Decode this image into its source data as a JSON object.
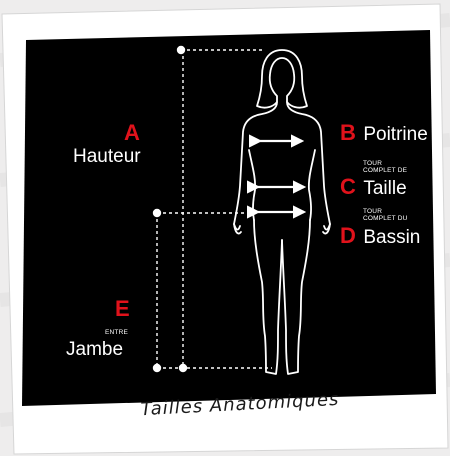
{
  "title": "Tailles Anatomiques",
  "measurements": [
    {
      "letter": "A",
      "prefix": "",
      "name": "Hauteur"
    },
    {
      "letter": "B",
      "prefix": "",
      "name": "Poitrine"
    },
    {
      "letter": "C",
      "prefix": "TOUR COMPLET DE",
      "prefix_lines": [
        "TOUR",
        "COMPLET DE"
      ],
      "name": "Taille"
    },
    {
      "letter": "D",
      "prefix": "TOUR COMPLET DU",
      "prefix_lines": [
        "TOUR",
        "COMPLET DU"
      ],
      "name": "Bassin"
    },
    {
      "letter": "E",
      "prefix": "ENTRE",
      "prefix_lines": [
        "ENTRE"
      ],
      "name": "Jambe"
    }
  ],
  "colors": {
    "accent": "#e0121b",
    "panel": "#000000",
    "frame": "#ffffff",
    "line": "#ffffff"
  }
}
